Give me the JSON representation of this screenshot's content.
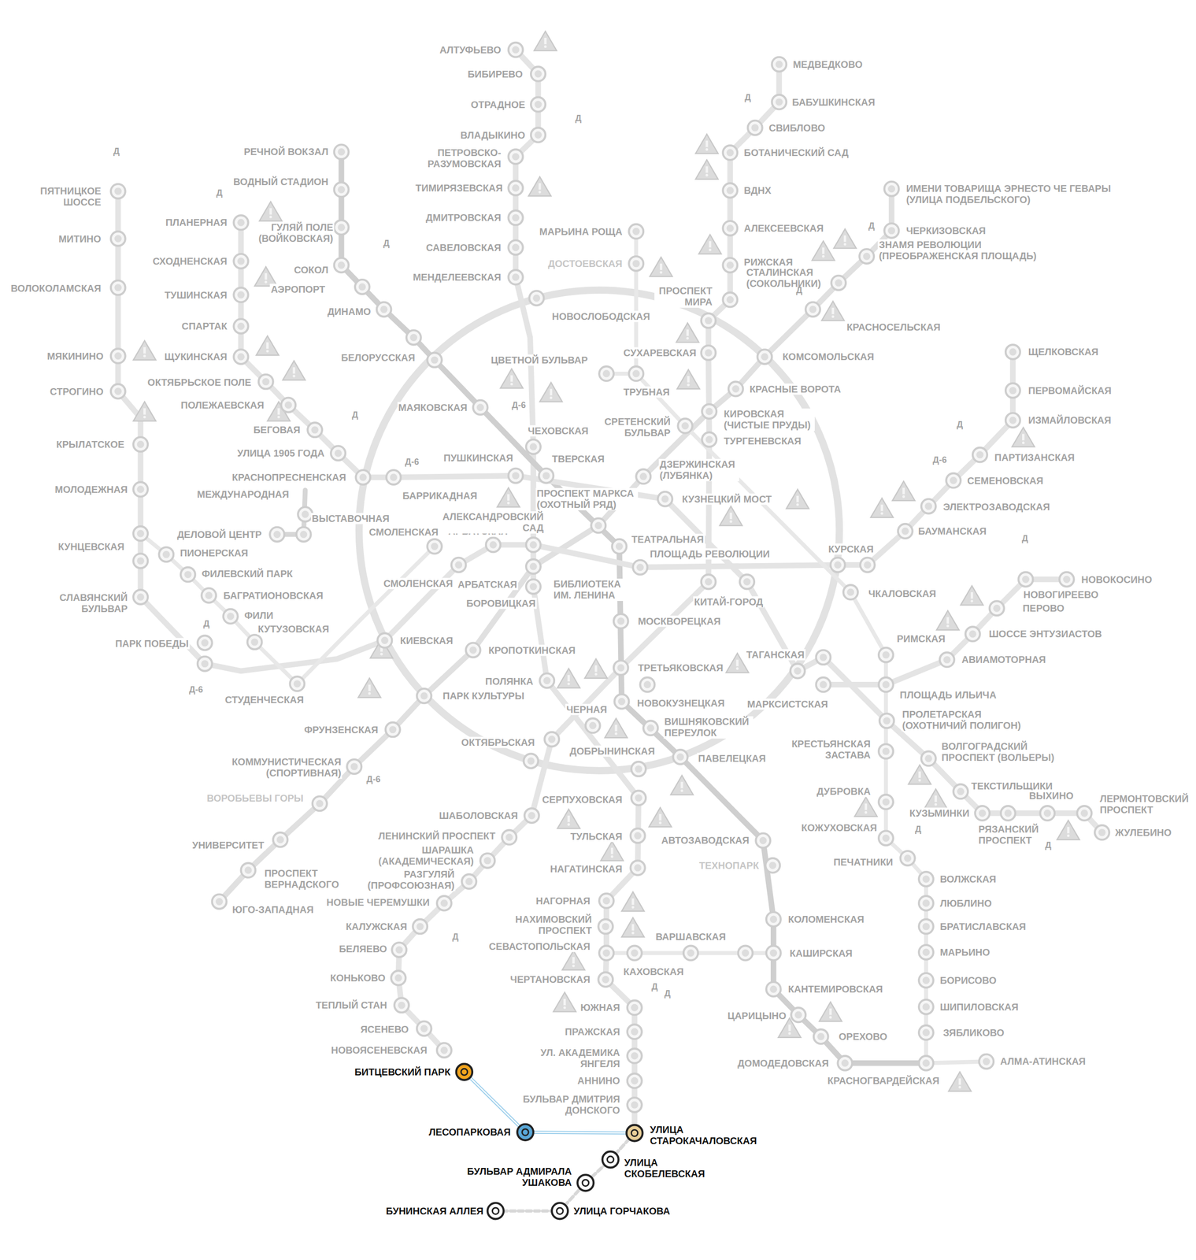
{
  "diagram": {
    "labels": [
      "АЛТУФЬЕВО",
      "БИБИРЕВО",
      "ОТРАДНОЕ",
      "ВЛАДЫКИНО",
      "ПЕТРОВСКО- РАЗУМОВСКАЯ",
      "ТИМИРЯЗЕВСКАЯ",
      "ДМИТРОВСКАЯ",
      "САВЕЛОВСКАЯ",
      "МЕНДЕЛЕЕВСКАЯ",
      "НОВОСЛОБОДСКАЯ",
      "МАРЬИНА РОЩА",
      "ДОСТОЕВСКАЯ",
      "РЕЧНОЙ ВОКЗАЛ",
      "ВОДНЫЙ СТАДИОН",
      "ГУЛЯЙ ПОЛЕ (ВОЙКОВСКАЯ)",
      "СОКОЛ",
      "АЭРОПОРТ",
      "ДИНАМО",
      "БЕЛОРУССКАЯ",
      "МАЯКОВСКАЯ",
      "ЦВЕТНОЙ БУЛЬВАР",
      "ТРУБНАЯ",
      "СУХАРЕВСКАЯ",
      "ПРОСПЕКТ МИРА",
      "МЕДВЕДКОВО",
      "БАБУШКИНСКАЯ",
      "СВИБЛОВО",
      "БОТАНИЧЕСКИЙ САД",
      "ВДНХ",
      "АЛЕКСЕЕВСКАЯ",
      "РИЖСКАЯ",
      "СТАЛИНСКАЯ (СОКОЛЬНИКИ)",
      "ИМЕНИ ТОВАРИЩА ЭРНЕСТО ЧЕ ГЕВАРЫ (УЛИЦА ПОДБЕЛЬСКОГО)",
      "ЧЕРКИЗОВСКАЯ",
      "ЗНАМЯ РЕВОЛЮЦИИ (ПРЕОБРАЖЕНСКАЯ ПЛОЩАДЬ)",
      "КРАСНОСЕЛЬСКАЯ",
      "КОМСОМОЛЬСКАЯ",
      "КРАСНЫЕ ВОРОТА",
      "КИРОВСКАЯ (ЧИСТЫЕ ПРУДЫ)",
      "ТУРГЕНЕВСКАЯ",
      "СРЕТЕНСКИЙ БУЛЬВАР",
      "ЧЕХОВСКАЯ",
      "ПУШКИНСКАЯ",
      "ТВЕРСКАЯ",
      "ДЗЕРЖИНСКАЯ (ЛУБЯНКА)",
      "ПЯТНИЦКОЕ ШОССЕ",
      "МИТИНО",
      "ВОЛОКОЛАМСКАЯ",
      "МЯКИНИНО",
      "СТРОГИНО",
      "КРЫЛАТСКОЕ",
      "МОЛОДЕЖНАЯ",
      "КУНЦЕВСКАЯ",
      "СЛАВЯНСКИЙ БУЛЬВАР",
      "ПАРК ПОБЕДЫ",
      "ПЛАНЕРНАЯ",
      "СХОДНЕНСКАЯ",
      "ТУШИНСКАЯ",
      "СПАРТАК",
      "ЩУКИНСКАЯ",
      "ОКТЯБРЬСКОЕ ПОЛЕ",
      "ПОЛЕЖАЕВСКАЯ",
      "БЕГОВАЯ",
      "УЛИЦА 1905 ГОДА",
      "КРАСНОПРЕСНЕНСКАЯ",
      "БАРРИКАДНАЯ",
      "МЕЖДУНАРОДНАЯ",
      "ДЕЛОВОЙ ЦЕНТР",
      "ВЫСТАВОЧНАЯ",
      "ПИОНЕРСКАЯ",
      "ФИЛЕВСКИЙ ПАРК",
      "БАГРАТИОНОВСКАЯ",
      "ФИЛИ",
      "КУТУЗОВСКАЯ",
      "СТУДЕНЧЕСКАЯ",
      "СМОЛЕНСКАЯ",
      "АРБАТСКАЯ",
      "АЛЕКСАНДРОВСКИЙ САД",
      "ПРОСПЕКТ МАРКСА (ОХОТНЫЙ РЯД)",
      "СМОЛЕНСКАЯ",
      "АРБАТСКАЯ",
      "БИБЛИОТЕКА ИМ. ЛЕНИНА",
      "БОРОВИЦКАЯ",
      "КУЗНЕЦКИЙ МОСТ",
      "ТЕАТРАЛЬНАЯ",
      "ПЛОЩАДЬ РЕВОЛЮЦИИ",
      "КИТАЙ-ГОРОД",
      "КУРСКАЯ",
      "ЧКАЛОВСКАЯ",
      "БАУМАНСКАЯ",
      "ЭЛЕКТРОЗАВОДСКАЯ",
      "СЕМЕНОВСКАЯ",
      "ПАРТИЗАНСКАЯ",
      "ИЗМАЙЛОВСКАЯ",
      "ПЕРВОМАЙСКАЯ",
      "ЩЕЛКОВСКАЯ",
      "НОВОКОСИНО",
      "НОВОГИРЕЕВО",
      "ПЕРОВО",
      "ШОССЕ ЭНТУЗИАСТОВ",
      "АВИАМОТОРНАЯ",
      "РИМСКАЯ",
      "ПЛОЩАДЬ ИЛЬИЧА",
      "МОСКВОРЕЦКАЯ",
      "ТРЕТЬЯКОВСКАЯ",
      "ТАГАНСКАЯ",
      "КИЕВСКАЯ",
      "КРОПОТКИНСКАЯ",
      "ПОЛЯНКА",
      "НОВОКУЗНЕЦКАЯ",
      "МАРКСИСТСКАЯ",
      "ПАРК КУЛЬТУРЫ",
      "ЧЕРНАЯ",
      "ВИШНЯКОВСКИЙ ПЕРЕУЛОК",
      "ПРОЛЕТАРСКАЯ (ОХОТНИЧИЙ ПОЛИГОН)",
      "ФРУНЗЕНСКАЯ",
      "ОКТЯБРЬСКАЯ",
      "ДОБРЫНИНСКАЯ",
      "ПАВЕЛЕЦКАЯ",
      "КРЕСТЬЯНСКАЯ ЗАСТАВА",
      "ВОЛГОГРАДСКИЙ ПРОСПЕКТ (ВОЛЬЕРЫ)",
      "КОММУНИСТИЧЕСКАЯ (СПОРТИВНАЯ)",
      "ВОРОБЬЕВЫ ГОРЫ",
      "СЕРПУХОВСКАЯ",
      "ДУБРОВКА",
      "ТЕКСТИЛЬЩИКИ",
      "ВЫХИНО",
      "ЛЕРМОНТОВСКИЙ ПРОСПЕКТ",
      "ШАБОЛОВСКАЯ",
      "КУЗЬМИНКИ",
      "КОЖУХОВСКАЯ",
      "ЖУЛЕБИНО",
      "РЯЗАНСКИЙ ПРОСПЕКТ",
      "ЛЕНИНСКИЙ ПРОСПЕКТ",
      "ТУЛЬСКАЯ",
      "АВТОЗАВОДСКАЯ",
      "УНИВЕРСИТЕТ",
      "ШАРАШКА (АКАДЕМИЧЕСКАЯ)",
      "ТЕХНОПАРК",
      "ПЕЧАТНИКИ",
      "НАГАТИНСКАЯ",
      "ПРОСПЕКТ ВЕРНАДСКОГО",
      "РАЗГУЛЯЙ (ПРОФСОЮЗНАЯ)",
      "ВОЛЖСКАЯ",
      "НАГОРНАЯ",
      "НОВЫЕ ЧЕРЕМУШКИ",
      "ЛЮБЛИНО",
      "ЮГО-ЗАПАДНАЯ",
      "КОЛОМЕНСКАЯ",
      "НАХИМОВСКИЙ ПРОСПЕКТ",
      "КАЛУЖСКАЯ",
      "БРАТИСЛАВСКАЯ",
      "ВАРШАВСКАЯ",
      "СЕВАСТОПОЛЬСКАЯ",
      "БЕЛЯЕВО",
      "МАРЬИНО",
      "КАШИРСКАЯ",
      "КАХОВСКАЯ",
      "КОНЬКОВО",
      "ЧЕРТАНОВСКАЯ",
      "БОРИСОВО",
      "КАНТЕМИРОВСКАЯ",
      "ТЕПЛЫЙ СТАН",
      "ШИПИЛОВСКАЯ",
      "ЮЖНАЯ",
      "ЦАРИЦЫНО",
      "ЯСЕНЕВО",
      "ПРАЖСКАЯ",
      "ЗЯБЛИКОВО",
      "ОРЕХОВО",
      "НОВОЯСЕНЕВСКАЯ",
      "УЛ. АКАДЕМИКА ЯНГЕЛЯ",
      "АЛМА-АТИНСКАЯ",
      "ДОМОДЕДОВСКАЯ",
      "БИТЦЕВСКИЙ ПАРК",
      "АННИНО",
      "КРАСНОГВАРДЕЙСКАЯ",
      "БУЛЬВАР ДМИТРИЯ ДОНСКОГО",
      "ЛЕСОПАРКОВАЯ",
      "УЛИЦА СТАРОКАЧАЛОВСКАЯ",
      "УЛИЦА СКОБЕЛЕВСКАЯ",
      "БУЛЬВАР АДМИРАЛА УШАКОВА",
      "БУНИНСКАЯ АЛЛЕЯ",
      "УЛИЦА ГОРЧАКОВА",
      "Д",
      "Д",
      "Д",
      "Д",
      "Д",
      "Д",
      "Д",
      "Д",
      "Д-6",
      "Д-6",
      "Д-6",
      "Д",
      "Д-6",
      "Д",
      "Д",
      "Д",
      "Д",
      "Д",
      "Д",
      "Д",
      "Д-6"
    ]
  }
}
